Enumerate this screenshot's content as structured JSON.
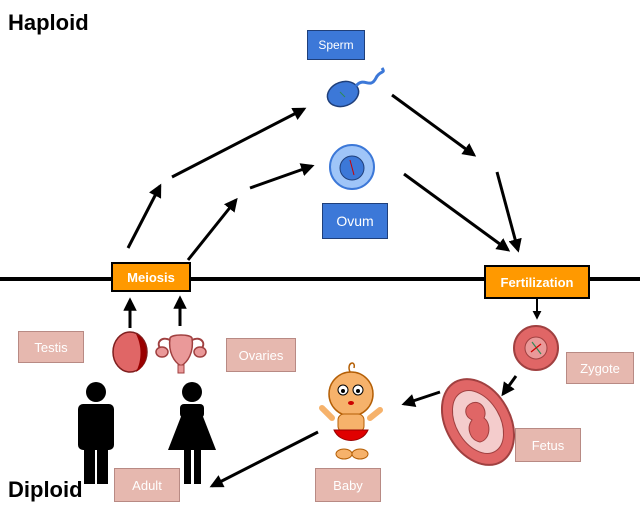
{
  "zones": {
    "top": "Haploid",
    "bottom": "Diploid"
  },
  "labels": {
    "sperm": "Sperm",
    "ovum": "Ovum",
    "meiosis": "Meiosis",
    "fertilization": "Fertilization",
    "testis": "Testis",
    "ovaries": "Ovaries",
    "zygote": "Zygote",
    "fetus": "Fetus",
    "baby": "Baby",
    "adult": "Adult"
  },
  "colors": {
    "gamete_box": "#3c78d8",
    "process_box": "#ff9900",
    "stage_box": "#e6b8af"
  }
}
